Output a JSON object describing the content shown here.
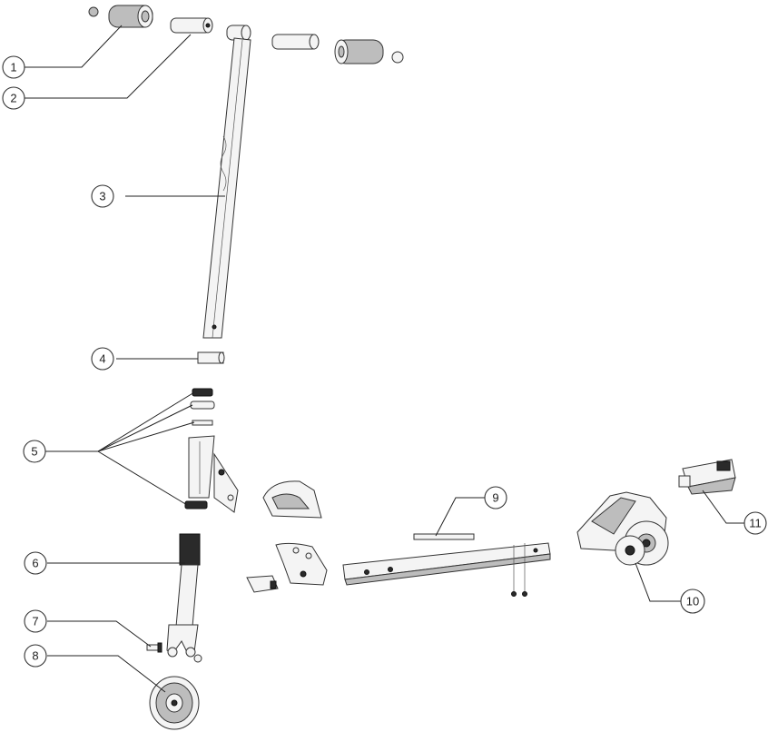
{
  "callouts": [
    {
      "id": "1",
      "label": "1"
    },
    {
      "id": "2",
      "label": "2"
    },
    {
      "id": "3",
      "label": "3"
    },
    {
      "id": "4",
      "label": "4"
    },
    {
      "id": "5",
      "label": "5"
    },
    {
      "id": "6",
      "label": "6"
    },
    {
      "id": "7",
      "label": "7"
    },
    {
      "id": "8",
      "label": "8"
    },
    {
      "id": "9",
      "label": "9"
    },
    {
      "id": "10",
      "label": "10"
    },
    {
      "id": "11",
      "label": "11"
    }
  ],
  "colors": {
    "line": "#222222",
    "part_fill": "#f4f4f4",
    "grip_dark": "#2a2a2a"
  }
}
